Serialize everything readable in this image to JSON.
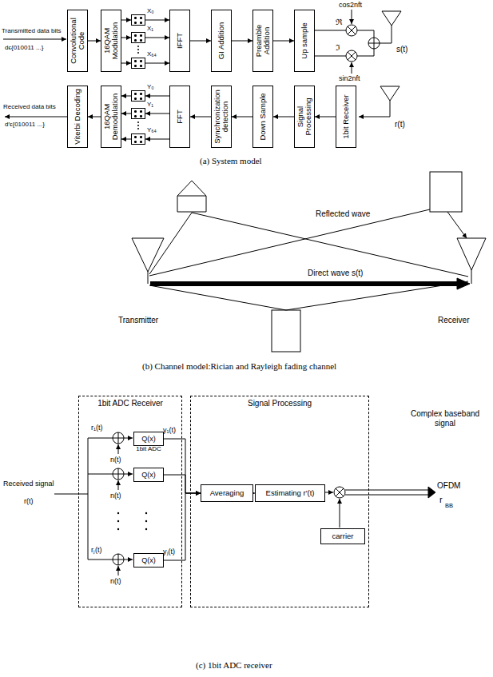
{
  "diagram": {
    "nodes": [
      {
        "text": [
          "Convolutional Code"
        ]
      },
      {
        "text": [
          "16QAM Modulation"
        ]
      },
      {
        "text": [
          "X₀"
        ]
      },
      {
        "text": [
          "X₁"
        ]
      },
      {
        "text": [
          "X₆₄"
        ]
      },
      {
        "text": [
          "IFFT"
        ]
      },
      {
        "text": [
          "GI Addition"
        ]
      },
      {
        "text": [
          "Preamble Addition"
        ]
      },
      {
        "text": [
          "Up sample"
        ]
      },
      {
        "text": [
          "Viterbi Decoding"
        ]
      },
      {
        "text": [
          "16QAM Demodulation"
        ]
      },
      {
        "text": [
          "Y₀"
        ]
      },
      {
        "text": [
          "Y₁"
        ]
      },
      {
        "text": [
          "Y₆₄"
        ]
      },
      {
        "text": [
          "FFT"
        ]
      },
      {
        "text": [
          "Synchronization detection"
        ]
      },
      {
        "text": [
          "Down Sample"
        ]
      },
      {
        "text": [
          "Signal Processing"
        ]
      },
      {
        "text": [
          "1bit Receiver"
        ]
      },
      {
        "text": [
          "1bit ADC Receiver"
        ]
      },
      {
        "text": [
          "Signal Processing"
        ]
      },
      {
        "text": [
          "Q(x)",
          "1bit ADC"
        ],
        "in": 19
      },
      {
        "text": [
          "Q(x)"
        ],
        "in": 19
      },
      {
        "text": [
          "Q(x)"
        ],
        "in": 19
      },
      {
        "text": [
          "Averaging"
        ],
        "in": 20
      },
      {
        "text": [
          "Estimating r′(t)"
        ],
        "in": 20
      },
      {
        "text": [
          "carrier"
        ],
        "in": 20
      }
    ],
    "edges": [
      {
        "from": 0,
        "to": 1,
        "arrow": "to"
      },
      {
        "from": 1,
        "to": 2,
        "arrow": "to"
      },
      {
        "from": 1,
        "to": 3,
        "arrow": "to"
      },
      {
        "from": 1,
        "to": 4,
        "arrow": "to"
      },
      {
        "from": 2,
        "to": 5,
        "arrow": "to"
      },
      {
        "from": 3,
        "to": 5,
        "arrow": "to"
      },
      {
        "from": 4,
        "to": 5,
        "arrow": "to"
      },
      {
        "from": 5,
        "to": 6,
        "arrow": "to"
      },
      {
        "from": 6,
        "to": 7,
        "arrow": "to"
      },
      {
        "from": 7,
        "to": 8,
        "arrow": "to"
      },
      {
        "from": 18,
        "to": 17,
        "arrow": "to"
      },
      {
        "from": 17,
        "to": 16,
        "arrow": "to"
      },
      {
        "from": 16,
        "to": 15,
        "arrow": "to"
      },
      {
        "from": 15,
        "to": 14,
        "arrow": "to"
      },
      {
        "from": 14,
        "to": 11,
        "arrow": "to"
      },
      {
        "from": 14,
        "to": 12,
        "arrow": "to"
      },
      {
        "from": 14,
        "to": 13,
        "arrow": "to"
      },
      {
        "from": 11,
        "to": 10,
        "arrow": "to"
      },
      {
        "from": 12,
        "to": 10,
        "arrow": "to"
      },
      {
        "from": 13,
        "to": 10,
        "arrow": "to"
      },
      {
        "from": 10,
        "to": 9,
        "arrow": "to"
      },
      {
        "from": 21,
        "to": 24,
        "arrow": "to"
      },
      {
        "from": 22,
        "to": 24,
        "arrow": "to"
      },
      {
        "from": 23,
        "to": 24,
        "arrow": "to"
      },
      {
        "from": 24,
        "to": 25,
        "arrow": "to"
      }
    ],
    "labels": [
      "Transmitted data bits",
      "dϵ{010011 ...}",
      "Received data bits",
      "d′ϵ{010011 ...}",
      "cos2nft",
      "ℜ",
      "ℑ",
      "sin2nft",
      "s(t)",
      "r(t)",
      "(a) System model",
      "Reflected wave",
      "Direct wave s(t)",
      "Transmitter",
      "Receiver",
      "(b) Channel model:Rician and Rayleigh fading channel",
      "Received signal",
      "r(t)",
      "r₁(t)",
      "rⱼ(t)",
      "n(t)",
      "n(t)",
      "n(t)",
      "y₁(t)",
      "yⱼ(t)",
      "Complex baseband signal",
      "OFDM",
      "r",
      "BB",
      "(c) 1bit ADC receiver"
    ]
  }
}
